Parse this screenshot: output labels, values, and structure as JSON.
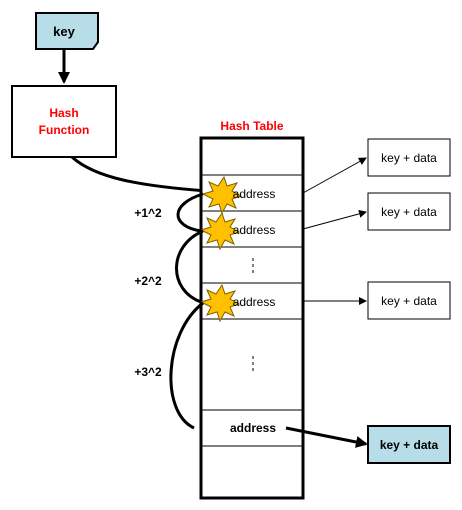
{
  "key_box": {
    "label": "key",
    "fill": "#b7dde8"
  },
  "hash_function": {
    "label_line1": "Hash",
    "label_line2": "Function",
    "color": "#ff0000"
  },
  "hash_table": {
    "title": "Hash Table",
    "title_color": "#ff0000",
    "cells": [
      "address",
      "address",
      "address",
      "address"
    ],
    "ellipsis": "⋮"
  },
  "probes": [
    "+1^2",
    "+2^2",
    "+3^2"
  ],
  "data_boxes": [
    "key + data",
    "key + data",
    "key + data",
    "key + data"
  ],
  "colors": {
    "highlight_box": "#b7dde8",
    "collision_star": "#ffc000",
    "collision_star_stroke": "#7f6000"
  }
}
